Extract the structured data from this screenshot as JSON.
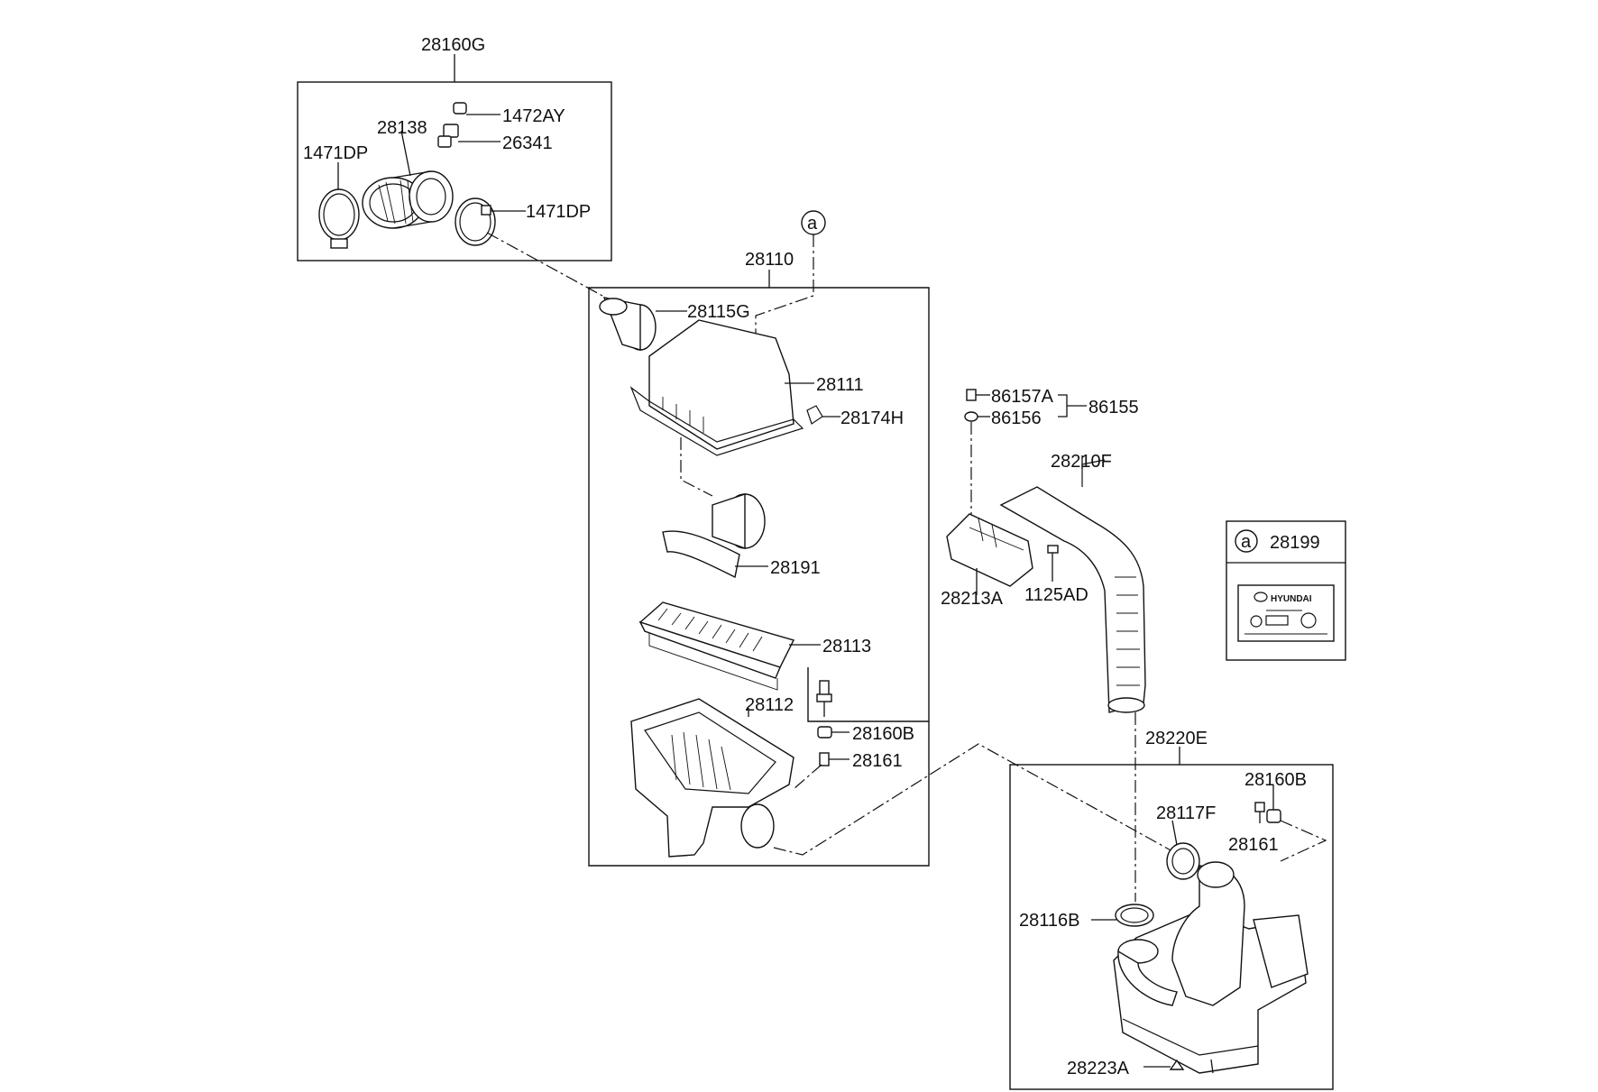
{
  "callouts": {
    "g28160G": "28160G",
    "p1472AY": "1472AY",
    "p28138": "28138",
    "p26341": "26341",
    "p1471DP_left": "1471DP",
    "p1471DP_right": "1471DP",
    "marker_a_top": "a",
    "g28110": "28110",
    "p28115G": "28115G",
    "p28111": "28111",
    "p28174H": "28174H",
    "p28191": "28191",
    "p28113": "28113",
    "p28112": "28112",
    "p28160B_mid": "28160B",
    "p28161_mid": "28161",
    "p86157A": "86157A",
    "p86155": "86155",
    "p86156": "86156",
    "p28210F": "28210F",
    "p28213A": "28213A",
    "p1125AD": "1125AD",
    "g28220E": "28220E",
    "p28160B_right": "28160B",
    "p28117F": "28117F",
    "p28161_right": "28161",
    "p28116B": "28116B",
    "p28223A": "28223A",
    "marker_a_label": "a",
    "p28199": "28199"
  },
  "label_sticker": {
    "brand": "HYUNDAI"
  }
}
